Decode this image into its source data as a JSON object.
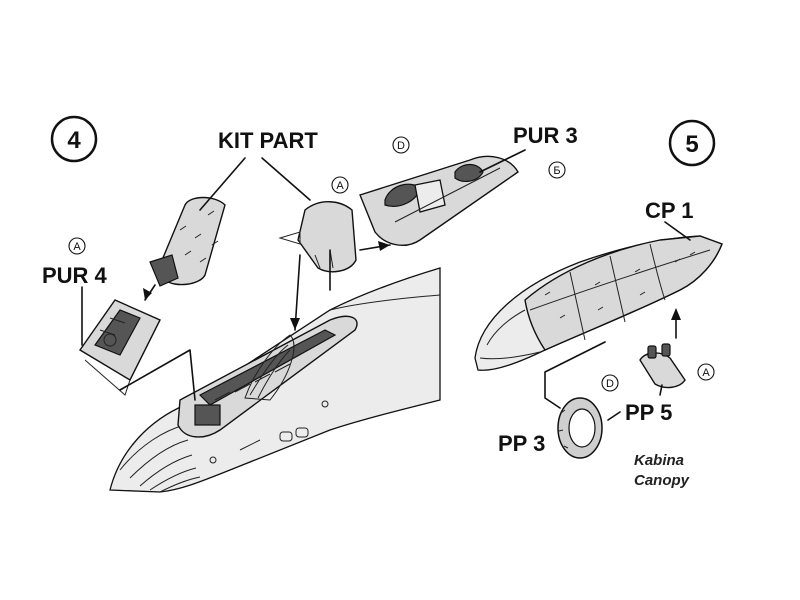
{
  "steps": {
    "step4": "4",
    "step5": "5"
  },
  "labels": {
    "kit_part": "KIT PART",
    "pur3": "PUR 3",
    "pur4": "PUR 4",
    "cp1": "CP 1",
    "pp5": "PP 5",
    "pp3": "PP 3"
  },
  "markers": {
    "a_pur4": "A",
    "a_kit": "A",
    "d_pur3": "D",
    "b_pur3": "Б",
    "d_pp5": "D",
    "a_pp5": "A"
  },
  "caption": {
    "line1": "Kabina",
    "line2": "Canopy"
  }
}
